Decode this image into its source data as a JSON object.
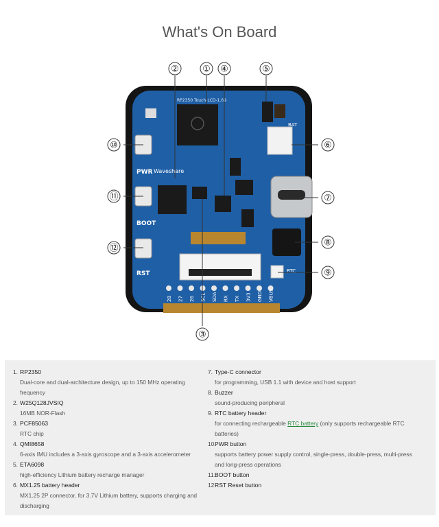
{
  "title": "What's On Board",
  "board": {
    "silk_model": "RP2350 Touch-LCD-1.69",
    "brand": "Waveshare",
    "label_pwr": "PWR",
    "label_boot": "BOOT",
    "label_rst": "RST",
    "label_bat": "BAT",
    "label_rtc": "RTC",
    "pins": [
      "28",
      "27",
      "26",
      "SCL",
      "SDA",
      "RX",
      "TX",
      "3V3",
      "GND",
      "VBUS"
    ],
    "callouts": [
      "①",
      "②",
      "③",
      "④",
      "⑤",
      "⑥",
      "⑦",
      "⑧",
      "⑨",
      "⑩",
      "⑪",
      "⑫"
    ]
  },
  "items_left": [
    {
      "num": "1.",
      "name": "RP2350",
      "desc": "Dual-core and dual-architecture design, up to 150 MHz operating frequency"
    },
    {
      "num": "2.",
      "name": "W25Q128JVSIQ",
      "desc": "16MB NOR-Flash"
    },
    {
      "num": "3.",
      "name": "PCF85063",
      "desc": "RTC chip"
    },
    {
      "num": "4.",
      "name": "QMI8658",
      "desc": "6-axis IMU includes a 3-axis gyroscope and a 3-axis accelerometer"
    },
    {
      "num": "5.",
      "name": "ETA6098",
      "desc": "high-efficiency Lithium battery recharge manager"
    },
    {
      "num": "6.",
      "name": "MX1.25 battery header",
      "desc": "MX1.25 2P connector, for 3.7V Lithium battery, supports charging and discharging"
    }
  ],
  "items_right": [
    {
      "num": "7.",
      "name": "Type-C connector",
      "desc": "for programming, USB 1.1 with device and host support"
    },
    {
      "num": "8.",
      "name": "Buzzer",
      "desc": "sound-producing peripheral"
    },
    {
      "num": "9.",
      "name": "RTC battery header",
      "desc_pre": "for connecting rechargeable ",
      "desc_link": "RTC battery",
      "desc_post": " (only supports rechargeable RTC batteries)"
    },
    {
      "num": "10.",
      "name": "PWR button",
      "desc": "supports battery power supply control, single-press, double-press, multi-press and long-press operations"
    },
    {
      "num": "11.",
      "name": "BOOT button",
      "desc": ""
    },
    {
      "num": "12.",
      "name": "RST Reset button",
      "desc": ""
    }
  ],
  "colors": {
    "pcb": "#1f5fa6",
    "frame": "#141414",
    "link": "#2b8a3e",
    "panel": "#efefef"
  }
}
